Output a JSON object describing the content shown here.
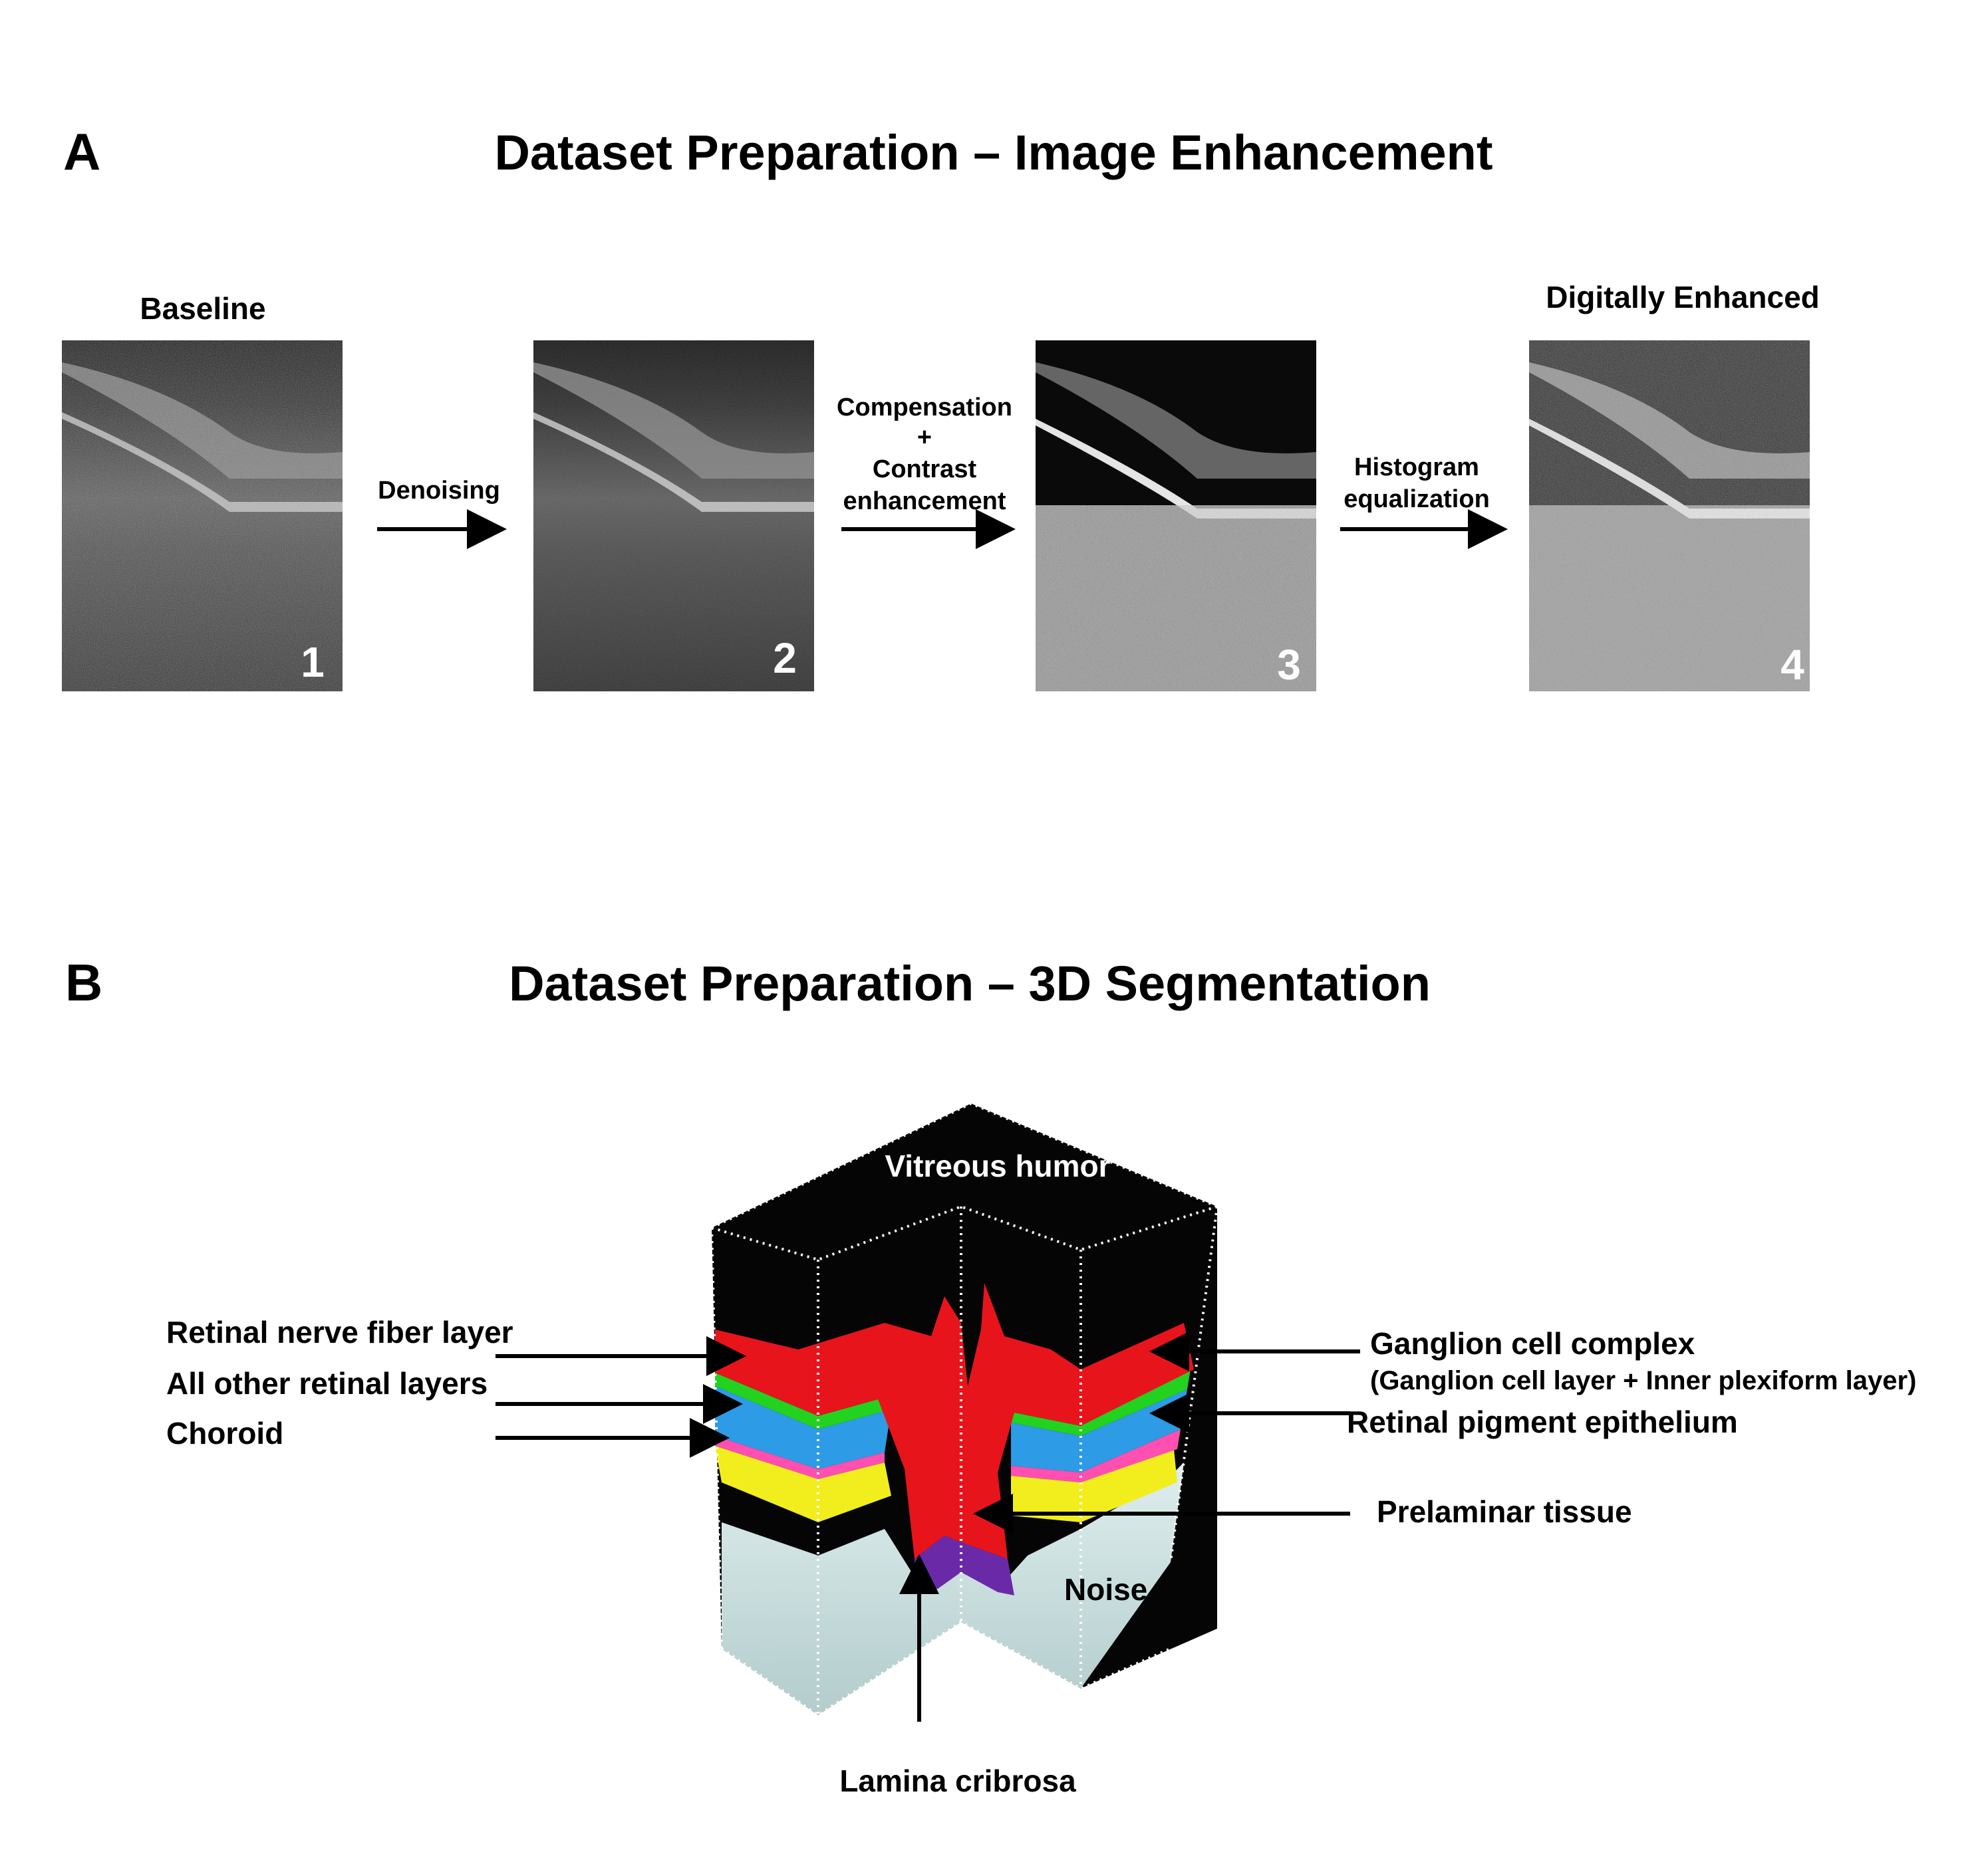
{
  "panel_a": {
    "letter": "A",
    "title": "Dataset Preparation – Image Enhancement",
    "baseline_label": "Baseline",
    "enhanced_label": "Digitally Enhanced",
    "images": [
      {
        "number": "1"
      },
      {
        "number": "2"
      },
      {
        "number": "3"
      },
      {
        "number": "4"
      }
    ],
    "steps": {
      "denoising": "Denoising",
      "compensation_line1": "Compensation",
      "compensation_line2": "+",
      "compensation_line3": "Contrast",
      "compensation_line4": "enhancement",
      "histogram_line1": "Histogram",
      "histogram_line2": "equalization"
    }
  },
  "panel_b": {
    "letter": "B",
    "title": "Dataset Preparation – 3D Segmentation",
    "labels": {
      "vitreous": "Vitreous humor",
      "rnfl": "Retinal nerve fiber layer",
      "other_layers": "All other retinal layers",
      "choroid": "Choroid",
      "gcc": "Ganglion cell complex",
      "gcc_sub": "(Ganglion cell layer + Inner plexiform layer)",
      "rpe": "Retinal pigment epithelium",
      "prelaminar": "Prelaminar tissue",
      "noise": "Noise",
      "lamina": "Lamina cribrosa"
    },
    "colors": {
      "rnfl": "#e8141b",
      "gcc": "#22d21e",
      "other_layers": "#2d9be6",
      "rpe": "#ff4fb0",
      "choroid": "#f2ee1e",
      "lamina": "#6a2aa8",
      "noise": "#b9d3d3",
      "vitreous": "#050505"
    }
  }
}
